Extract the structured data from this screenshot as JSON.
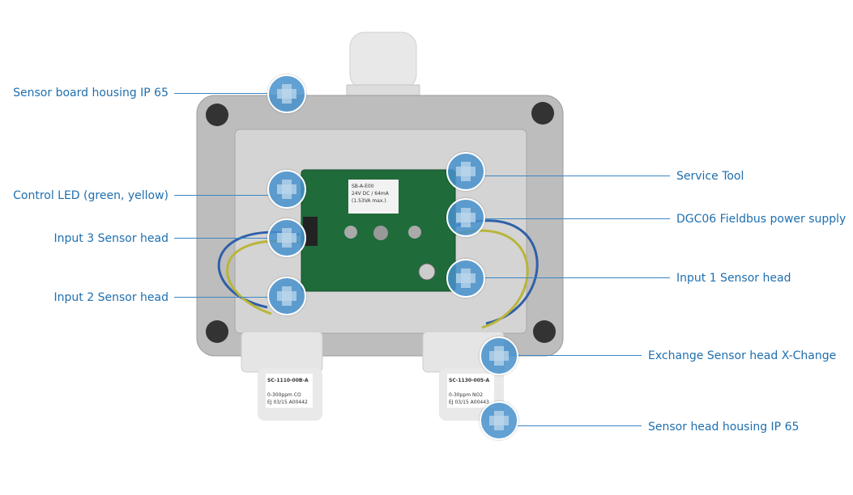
{
  "hotspots_left": [
    {
      "label": "Sensor board housing IP 65"
    },
    {
      "label": "Control LED (green, yellow)"
    },
    {
      "label": "Input 3 Sensor head"
    },
    {
      "label": "Input 2 Sensor head"
    }
  ],
  "hotspots_right": [
    {
      "label": "Service Tool"
    },
    {
      "label": "DGC06 Fieldbus power supply"
    },
    {
      "label": "Input 1 Sensor head"
    },
    {
      "label": "Exchange Sensor head X-Change"
    },
    {
      "label": "Sensor head housing IP 65"
    }
  ],
  "pcb_label": [
    "SB-A-E00",
    "24V DC / 64mA",
    "(1.53VA max.)"
  ],
  "sensor_left": [
    "SC-1110-00B-A",
    "0-300ppm CO",
    "EJ 03/15 A00442"
  ],
  "sensor_right": [
    "SC-1130-005-A",
    "0-30ppm NO2",
    "EJ 03/15 A00443"
  ],
  "accent": "#1f6fae"
}
